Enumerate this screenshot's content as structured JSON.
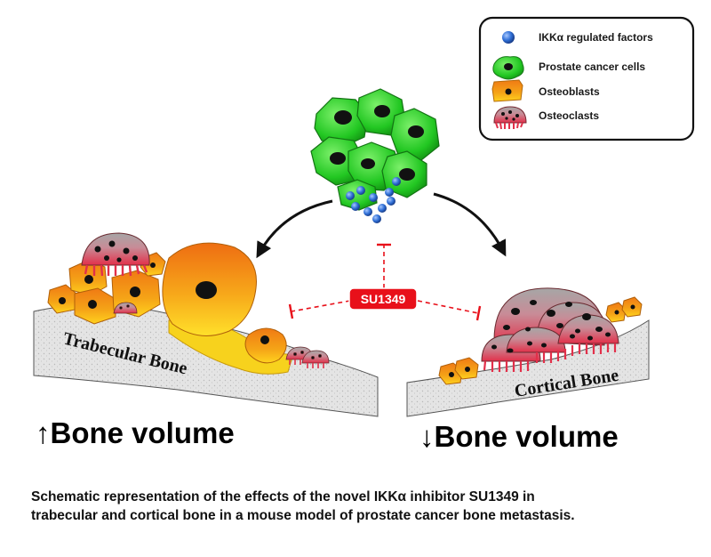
{
  "legend": {
    "items": [
      {
        "label": "IKKα regulated factors",
        "icon": "blue-factor-dot"
      },
      {
        "label": "Prostate cancer cells",
        "icon": "green-cancer-cell"
      },
      {
        "label": "Osteoblasts",
        "icon": "orange-osteoblast"
      },
      {
        "label": "Osteoclasts",
        "icon": "red-osteoclast"
      }
    ]
  },
  "drug": {
    "label": "SU1349",
    "color": "#e8101a"
  },
  "bones": {
    "left_label": "Trabecular Bone",
    "right_label": "Cortical Bone"
  },
  "outcomes": {
    "left": {
      "arrow": "↑",
      "text": "Bone volume"
    },
    "right": {
      "arrow": "↓",
      "text": "Bone volume"
    }
  },
  "caption": {
    "line1": "Schematic representation of the effects of the novel IKKα inhibitor SU1349 in",
    "line2": "trabecular and cortical bone in a mouse model of prostate cancer bone metastasis."
  },
  "colors": {
    "cancer_cell": "#22c722",
    "osteoblast": "#f39a10",
    "osteoclast": "#d94a5c",
    "factor": "#2f6fd6",
    "inhibition": "#e8101a"
  }
}
